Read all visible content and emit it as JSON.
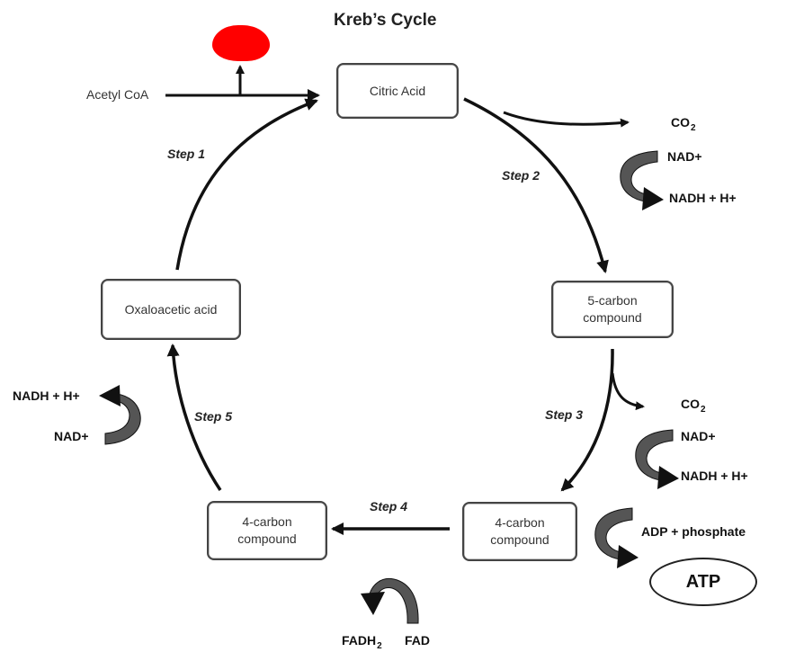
{
  "title": "Kreb’s Cycle",
  "boxes": {
    "citric_acid": "Citric Acid",
    "five_carbon_line1": "5-carbon",
    "five_carbon_line2": "compound",
    "four_carbon_right_line1": "4-carbon",
    "four_carbon_right_line2": "compound",
    "four_carbon_left_line1": "4-carbon",
    "four_carbon_left_line2": "compound",
    "oxaloacetic": "Oxaloacetic acid"
  },
  "input": "Acetyl CoA",
  "steps": [
    "Step 1",
    "Step 2",
    "Step 3",
    "Step 4",
    "Step 5"
  ],
  "step2_outputs": {
    "co2": "CO",
    "co2_sub": "2",
    "nad": "NAD+",
    "nadh": "NADH + H+"
  },
  "step3_outputs": {
    "co2": "CO",
    "co2_sub": "2",
    "nad": "NAD+",
    "nadh": "NADH + H+"
  },
  "step4_outputs": {
    "adp": "ADP + phosphate",
    "atp": "ATP",
    "fadh2": "FADH",
    "fadh2_sub": "2",
    "fad": "FAD"
  },
  "step5_outputs": {
    "nadh": "NADH + H+",
    "nad": "NAD+"
  },
  "colors": {
    "arrow": "#111111",
    "curved_arrow_fill": "#555555",
    "redaction": "#ff0000"
  }
}
